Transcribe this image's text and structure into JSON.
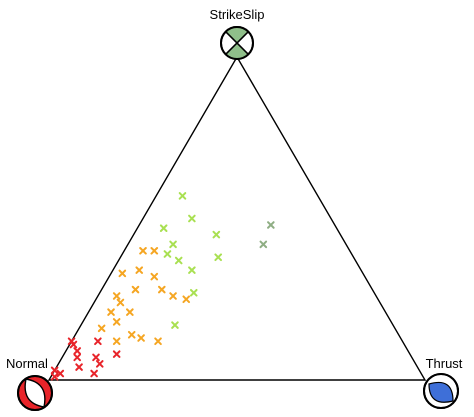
{
  "chart_data": {
    "type": "scatter",
    "plot": "ternary-focal-mechanism",
    "vertices": [
      {
        "key": "strikeslip",
        "label": "StrikeSlip",
        "fill": "#8fbf8a"
      },
      {
        "key": "normal",
        "label": "Normal",
        "fill": "#e8242a"
      },
      {
        "key": "thrust",
        "label": "Thrust",
        "fill": "#3e6fd8"
      }
    ],
    "axis_color": "#000000",
    "grid": false,
    "legend": "none",
    "points": [
      {
        "strikeslip": 0.57,
        "thrust": 0.07,
        "color": "#a9e052"
      },
      {
        "strikeslip": 0.5,
        "thrust": 0.13,
        "color": "#a9e052"
      },
      {
        "strikeslip": 0.47,
        "thrust": 0.07,
        "color": "#a9e052"
      },
      {
        "strikeslip": 0.48,
        "thrust": 0.35,
        "color": "#8fae84"
      },
      {
        "strikeslip": 0.42,
        "thrust": 0.36,
        "color": "#8fae84"
      },
      {
        "strikeslip": 0.45,
        "thrust": 0.22,
        "color": "#a9e052"
      },
      {
        "strikeslip": 0.42,
        "thrust": 0.12,
        "color": "#a9e052"
      },
      {
        "strikeslip": 0.4,
        "thrust": 0.08,
        "color": "#f5a623"
      },
      {
        "strikeslip": 0.4,
        "thrust": 0.05,
        "color": "#f5a623"
      },
      {
        "strikeslip": 0.39,
        "thrust": 0.12,
        "color": "#a9e052"
      },
      {
        "strikeslip": 0.37,
        "thrust": 0.16,
        "color": "#a9e052"
      },
      {
        "strikeslip": 0.38,
        "thrust": 0.26,
        "color": "#a9e052"
      },
      {
        "strikeslip": 0.34,
        "thrust": 0.21,
        "color": "#a9e052"
      },
      {
        "strikeslip": 0.33,
        "thrust": 0.03,
        "color": "#f5a623"
      },
      {
        "strikeslip": 0.34,
        "thrust": 0.07,
        "color": "#f5a623"
      },
      {
        "strikeslip": 0.32,
        "thrust": 0.12,
        "color": "#f5a623"
      },
      {
        "strikeslip": 0.28,
        "thrust": 0.16,
        "color": "#f5a623"
      },
      {
        "strikeslip": 0.27,
        "thrust": 0.25,
        "color": "#a9e052"
      },
      {
        "strikeslip": 0.28,
        "thrust": 0.09,
        "color": "#f5a623"
      },
      {
        "strikeslip": 0.26,
        "thrust": 0.2,
        "color": "#f5a623"
      },
      {
        "strikeslip": 0.25,
        "thrust": 0.24,
        "color": "#f5a623"
      },
      {
        "strikeslip": 0.26,
        "thrust": 0.05,
        "color": "#f5a623"
      },
      {
        "strikeslip": 0.24,
        "thrust": 0.07,
        "color": "#f5a623"
      },
      {
        "strikeslip": 0.21,
        "thrust": 0.06,
        "color": "#f5a623"
      },
      {
        "strikeslip": 0.21,
        "thrust": 0.11,
        "color": "#f5a623"
      },
      {
        "strikeslip": 0.18,
        "thrust": 0.09,
        "color": "#f5a623"
      },
      {
        "strikeslip": 0.16,
        "thrust": 0.06,
        "color": "#f5a623"
      },
      {
        "strikeslip": 0.14,
        "thrust": 0.15,
        "color": "#f5a623"
      },
      {
        "strikeslip": 0.13,
        "thrust": 0.18,
        "color": "#f5a623"
      },
      {
        "strikeslip": 0.12,
        "thrust": 0.12,
        "color": "#f5a623"
      },
      {
        "strikeslip": 0.17,
        "thrust": 0.25,
        "color": "#a9e052"
      },
      {
        "strikeslip": 0.12,
        "thrust": 0.23,
        "color": "#f5a623"
      },
      {
        "strikeslip": 0.12,
        "thrust": 0.07,
        "color": "#e8242a"
      },
      {
        "strikeslip": 0.08,
        "thrust": 0.14,
        "color": "#e8242a"
      },
      {
        "strikeslip": 0.07,
        "thrust": 0.09,
        "color": "#e8242a"
      },
      {
        "strikeslip": 0.05,
        "thrust": 0.11,
        "color": "#e8242a"
      },
      {
        "strikeslip": 0.02,
        "thrust": 0.11,
        "color": "#e8242a"
      },
      {
        "strikeslip": 0.04,
        "thrust": 0.06,
        "color": "#e8242a"
      },
      {
        "strikeslip": 0.02,
        "thrust": 0.02,
        "color": "#e8242a"
      },
      {
        "strikeslip": 0.09,
        "thrust": 0.03,
        "color": "#e8242a"
      },
      {
        "strikeslip": 0.11,
        "thrust": 0.01,
        "color": "#e8242a"
      },
      {
        "strikeslip": 0.07,
        "thrust": 0.04,
        "color": "#e8242a"
      },
      {
        "strikeslip": 0.12,
        "thrust": 0.0,
        "color": "#e8242a"
      },
      {
        "strikeslip": 0.03,
        "thrust": 0.0,
        "color": "#e8242a"
      },
      {
        "strikeslip": 0.01,
        "thrust": 0.01,
        "color": "#e8242a"
      }
    ]
  }
}
